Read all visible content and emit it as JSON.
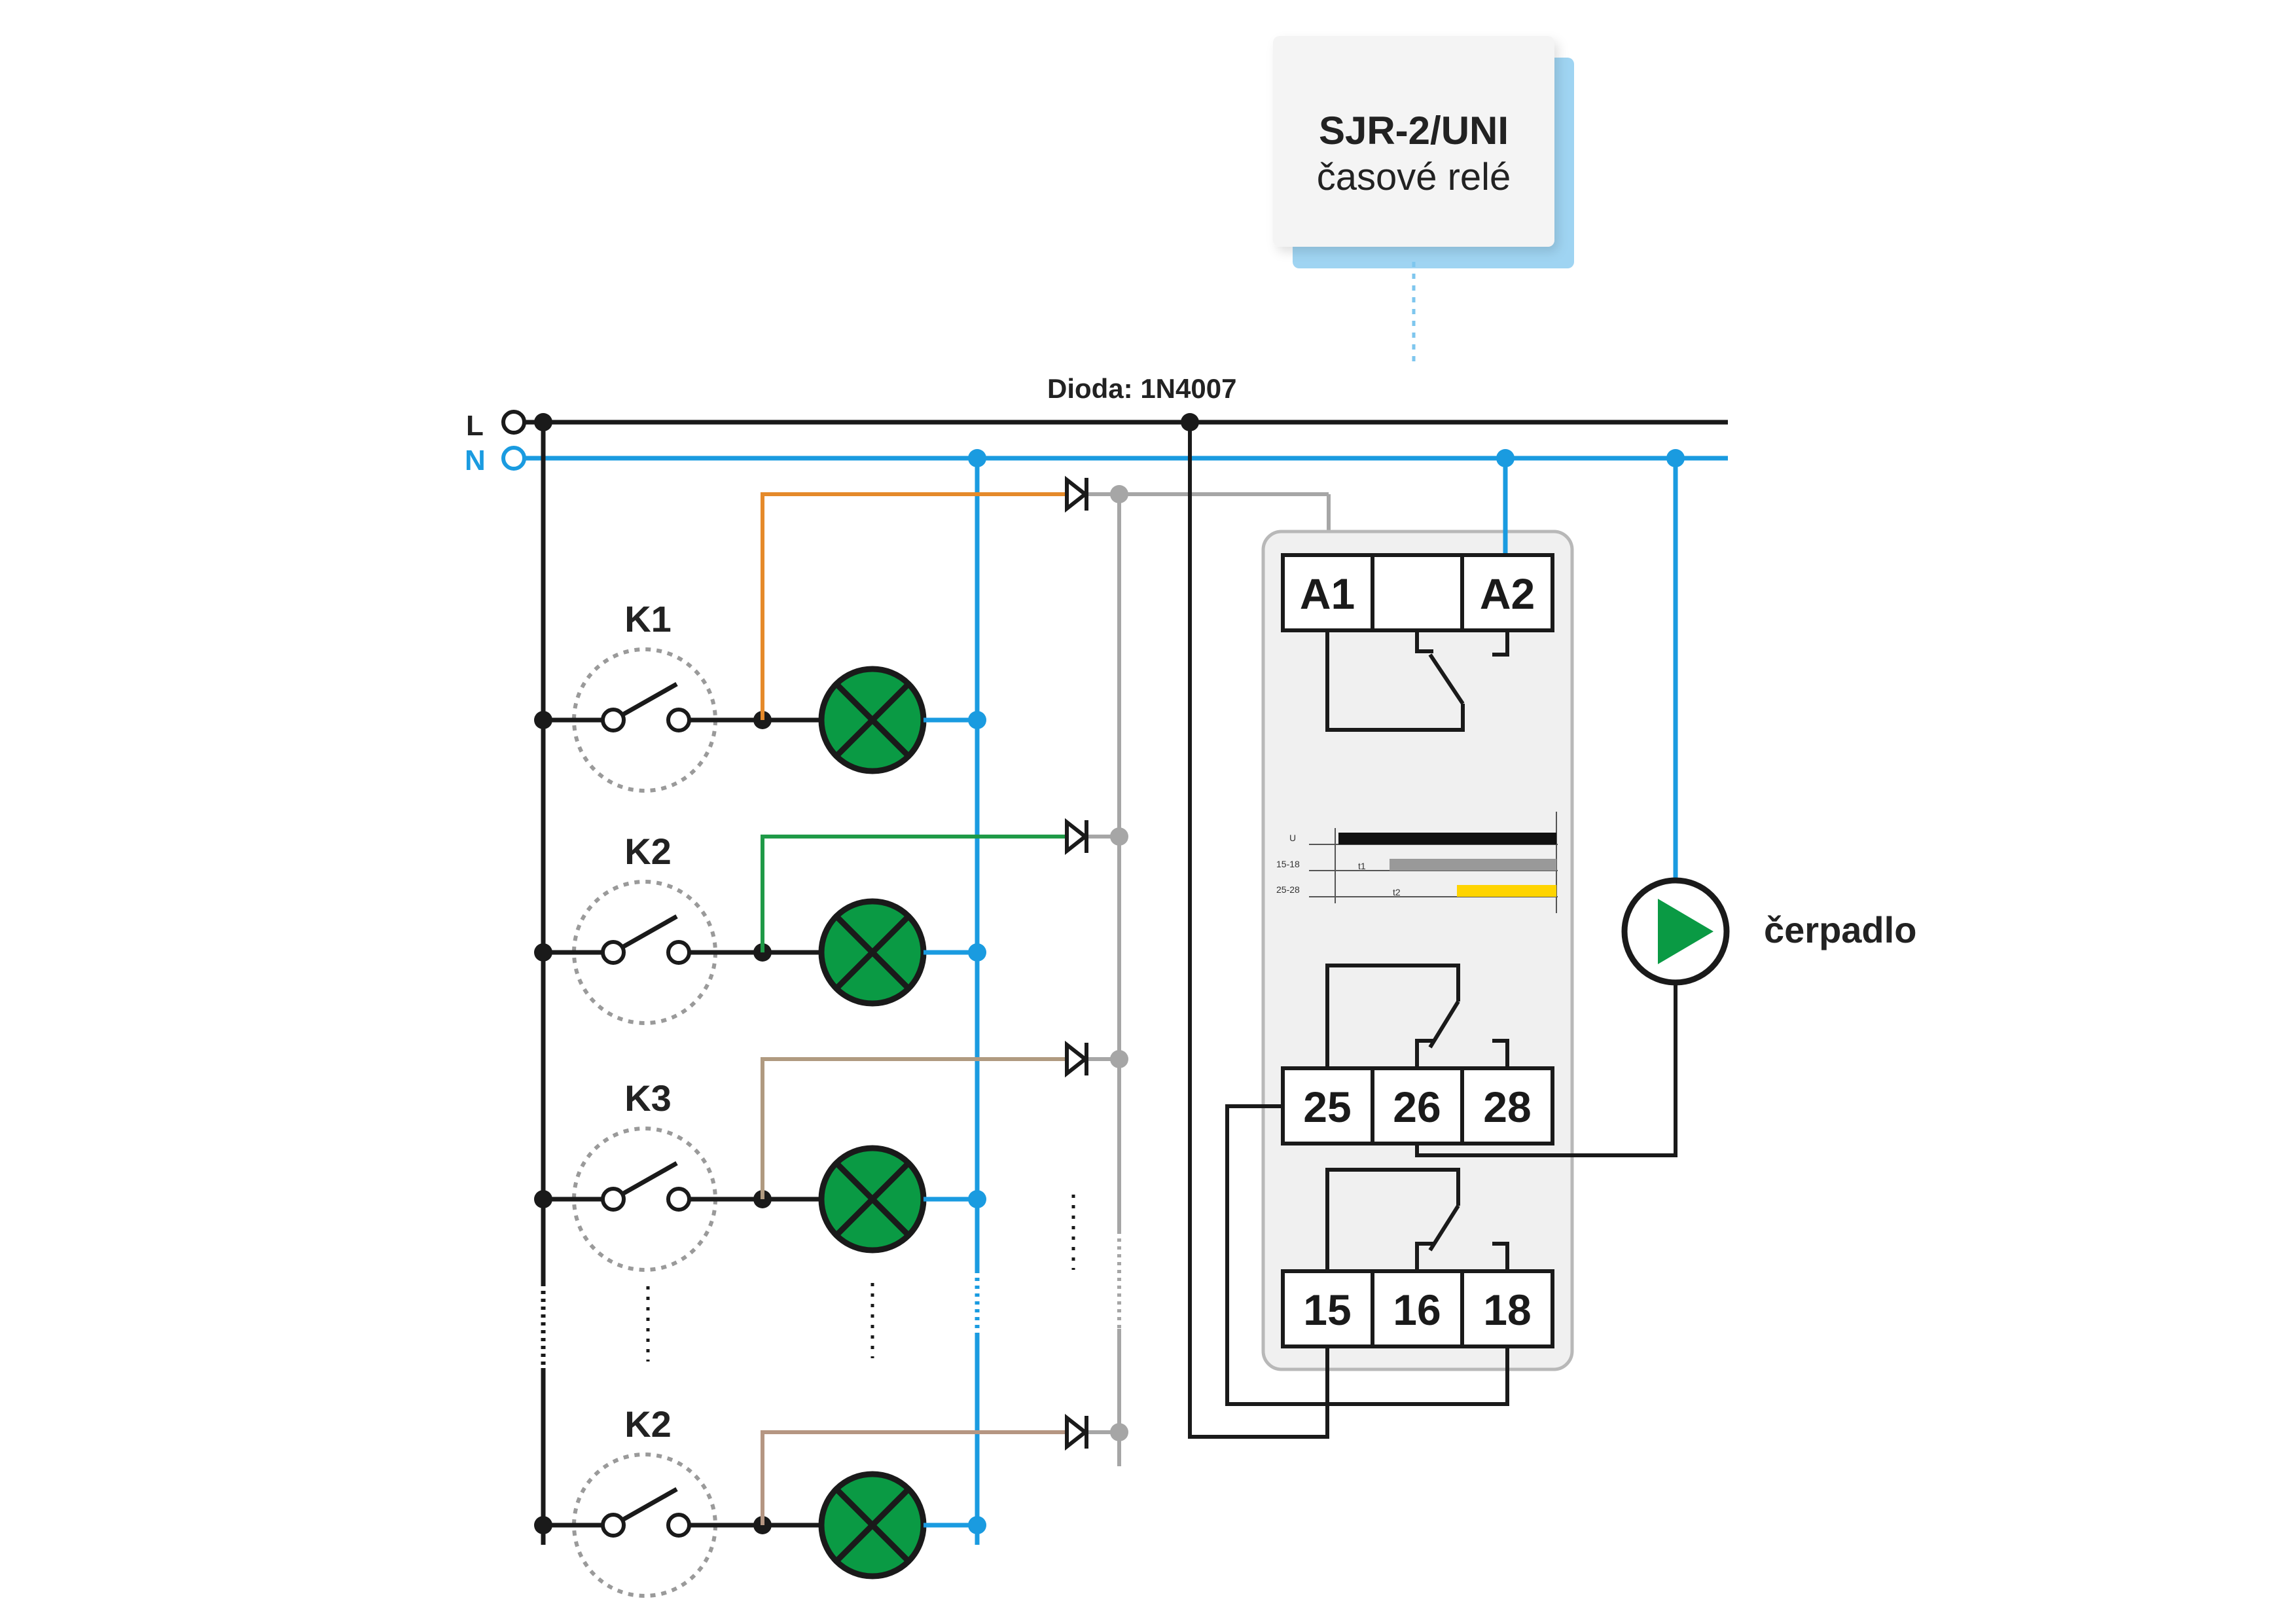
{
  "device": {
    "model": "SJR-2/UNI",
    "description": "časové relé"
  },
  "diode_label": "Dioda: 1N4007",
  "lines": {
    "L": "L",
    "N": "N"
  },
  "switches": [
    {
      "label": "K1",
      "wire_color": "#e58a2a"
    },
    {
      "label": "K2",
      "wire_color": "#1f9a47"
    },
    {
      "label": "K3",
      "wire_color": "#b09a80"
    },
    {
      "label": "K2",
      "wire_color": "#b59682"
    }
  ],
  "relay_terminals": {
    "a1": "A1",
    "a2": "A2",
    "t25": "25",
    "t26": "26",
    "t28": "28",
    "t15": "15",
    "t16": "16",
    "t18": "18"
  },
  "timing_chart": {
    "rows": [
      "U",
      "15-18",
      "25-28"
    ],
    "t1": "t1",
    "t2": "t2"
  },
  "pump_label": "čerpadlo",
  "colors": {
    "line_L": "#1a1a1a",
    "line_N": "#1a9be0",
    "diode_bus": "#a6a6a6",
    "lamp": "#0a9a44",
    "pump": "#0a9a44",
    "timing_bar": "#ffd400"
  }
}
